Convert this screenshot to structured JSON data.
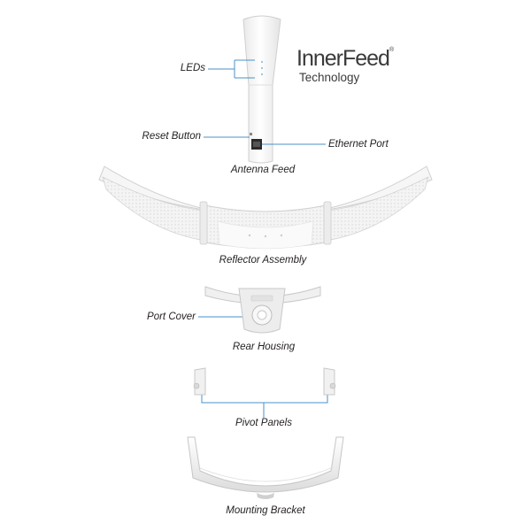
{
  "brand": {
    "name": "InnerFeed",
    "registered": "®",
    "subtitle": "Technology"
  },
  "callouts": {
    "leds": "LEDs",
    "reset_button": "Reset Button",
    "ethernet_port": "Ethernet Port",
    "port_cover": "Port Cover",
    "pivot_panels": "Pivot Panels"
  },
  "captions": {
    "antenna_feed": "Antenna Feed",
    "reflector_assembly": "Reflector Assembly",
    "rear_housing": "Rear Housing",
    "mounting_bracket": "Mounting Bracket"
  },
  "colors": {
    "leader_line": "#4a90c8",
    "part_fill": "#f3f3f3",
    "part_outline": "#cfcfcf",
    "text": "#231f20"
  }
}
